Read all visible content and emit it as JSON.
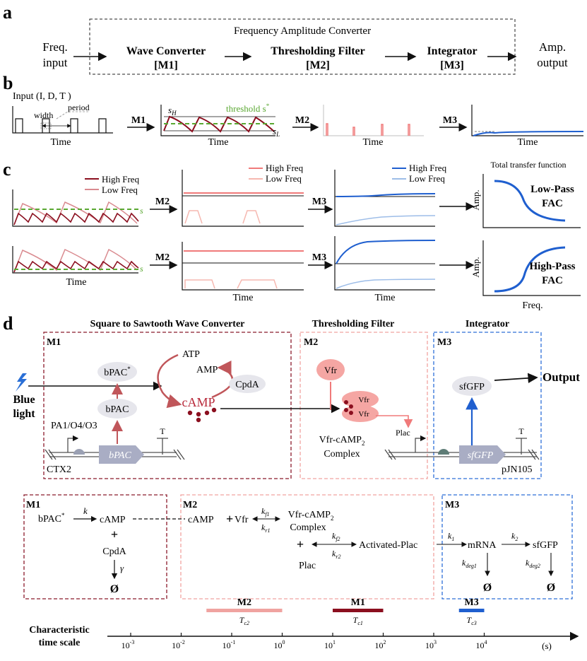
{
  "panels": {
    "a": "a",
    "b": "b",
    "c": "c",
    "d": "d"
  },
  "a": {
    "input": [
      "Freq.",
      "input"
    ],
    "box_title": "Frequency Amplitude Converter",
    "m1": [
      "Wave Converter",
      "[M1]"
    ],
    "m2": [
      "Thresholding Filter",
      "[M2]"
    ],
    "m3": [
      "Integrator",
      "[M3]"
    ],
    "output": [
      "Amp.",
      "output"
    ]
  },
  "b": {
    "input_label": "Input (I, D, T )",
    "width": "width",
    "period": "period",
    "time": "Time",
    "m1": "M1",
    "m2": "M2",
    "m3": "M3",
    "sH": "s",
    "sH_sub": "H",
    "sL": "s",
    "sL_sub": "L",
    "threshold": "threshold s",
    "star": "*"
  },
  "c": {
    "legend_high": "High Freq",
    "legend_low": "Low Freq",
    "time": "Time",
    "m2": "M2",
    "m3": "M3",
    "s_star": "s",
    "total_title": "Total transfer function",
    "amp": "Amp.",
    "low_pass": [
      "Low-Pass",
      "FAC"
    ],
    "high_pass": [
      "High-Pass",
      "FAC"
    ],
    "freq": "Freq.",
    "colors": {
      "high_dark": "#8b0f1f",
      "low_dark": "#d98a8f",
      "high_blue": "#1f5fcf",
      "low_blue": "#9dbde8",
      "red": "#f07a7a",
      "pink": "#f6b8b0",
      "green": "#5aa832"
    }
  },
  "d": {
    "title_m1": "Square to Sawtooth Wave Converter",
    "title_m2": "Thresholding Filter",
    "title_m3": "Integrator",
    "m1": "M1",
    "m2": "M2",
    "m3": "M3",
    "blue_light": [
      "Blue",
      "light"
    ],
    "bpac_star": "bPAC",
    "bpac": "bPAC",
    "atp": "ATP",
    "amp": "AMP",
    "cpda": "CpdA",
    "camp": "cAMP",
    "promoter": "PA1/O4/O3",
    "gene_bpac": "bPAC",
    "terminator": "T",
    "ctx2": "CTX2",
    "vfr": "Vfr",
    "complex": [
      "Vfr-cAMP",
      "Complex"
    ],
    "plac": "Plac",
    "sfgfp": "sfGFP",
    "gene_sfgfp": "sfGFP",
    "pjn105": "pJN105",
    "output": "Output"
  },
  "e": {
    "m1": {
      "bpac": "bPAC",
      "k": "k",
      "camp": "cAMP",
      "plus": "+",
      "cpda": "CpdA",
      "gamma": "γ",
      "null": "Ø"
    },
    "m2": {
      "camp": "cAMP",
      "plus": "+",
      "vfr": "Vfr",
      "kf1": "k",
      "kr1": "k",
      "complex": [
        "Vfr-cAMP",
        "Complex"
      ],
      "kf2": "k",
      "kr2": "k",
      "activated": "Activated-Plac",
      "plac": "Plac"
    },
    "m3": {
      "k1": "k",
      "mrna": "mRNA",
      "k2": "k",
      "sfgfp": "sfGFP",
      "kdeg1": "k",
      "kdeg2": "k",
      "null": "Ø"
    }
  },
  "timescale": {
    "label": [
      "Characteristic",
      "time scale"
    ],
    "unit": "(s)",
    "ticks": [
      {
        "base": "10",
        "exp": "-3"
      },
      {
        "base": "10",
        "exp": "-2"
      },
      {
        "base": "10",
        "exp": "-1"
      },
      {
        "base": "10",
        "exp": "0"
      },
      {
        "base": "10",
        "exp": "1"
      },
      {
        "base": "10",
        "exp": "2"
      },
      {
        "base": "10",
        "exp": "3"
      },
      {
        "base": "10",
        "exp": "4"
      }
    ],
    "bars": [
      {
        "module": "M2",
        "tc": "T",
        "sub": "c2",
        "from_log": -1.5,
        "to_log": 0.0,
        "color": "#f0a3a0"
      },
      {
        "module": "M1",
        "tc": "T",
        "sub": "c1",
        "from_log": 1.0,
        "to_log": 2.0,
        "color": "#8b0f1f"
      },
      {
        "module": "M3",
        "tc": "T",
        "sub": "c3",
        "from_log": 3.5,
        "to_log": 4.0,
        "color": "#1f5fcf"
      }
    ]
  }
}
